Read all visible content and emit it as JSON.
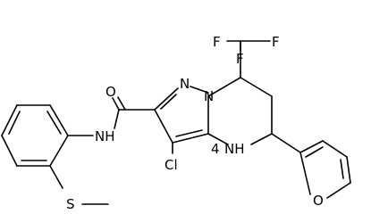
{
  "molecule": {
    "labels": {
      "o_carbonyl": "O",
      "n_amide": "NH",
      "n_pyrazole": "N",
      "n_bridge": "N",
      "n_amine": "NH",
      "h_amine_sub": "4",
      "cl": "Cl",
      "f_left": "F",
      "f_right": "F",
      "f_bottom": "F",
      "o_furan": "O",
      "s": "S"
    }
  }
}
